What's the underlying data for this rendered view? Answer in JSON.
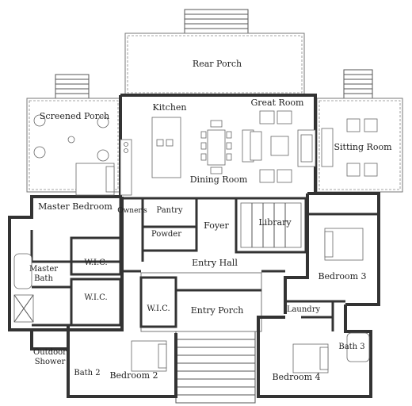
{
  "plan": {
    "rooms": {
      "rear_porch": "Rear Porch",
      "kitchen": "Kitchen",
      "great_room": "Great Room",
      "screened_porch": "Screened Porch",
      "sitting_room": "Sitting Room",
      "dining_room": "Dining Room",
      "master_bedroom": "Master Bedroom",
      "owners": "Owner's",
      "pantry": "Pantry",
      "powder": "Powder",
      "foyer": "Foyer",
      "library": "Library",
      "master_bath_1": "Master",
      "master_bath_2": "Bath",
      "wic_1": "W.I.C.",
      "wic_2": "W.I.C.",
      "wic_3": "W.I.C.",
      "entry_hall": "Entry Hall",
      "entry_porch": "Entry Porch",
      "bedroom_3": "Bedroom 3",
      "laundry": "Laundry",
      "bath_3": "Bath 3",
      "outdoor_shower_1": "Outdoor",
      "outdoor_shower_2": "Shower",
      "bath_2": "Bath 2",
      "bedroom_2": "Bedroom 2",
      "bedroom_4": "Bedroom 4"
    }
  }
}
